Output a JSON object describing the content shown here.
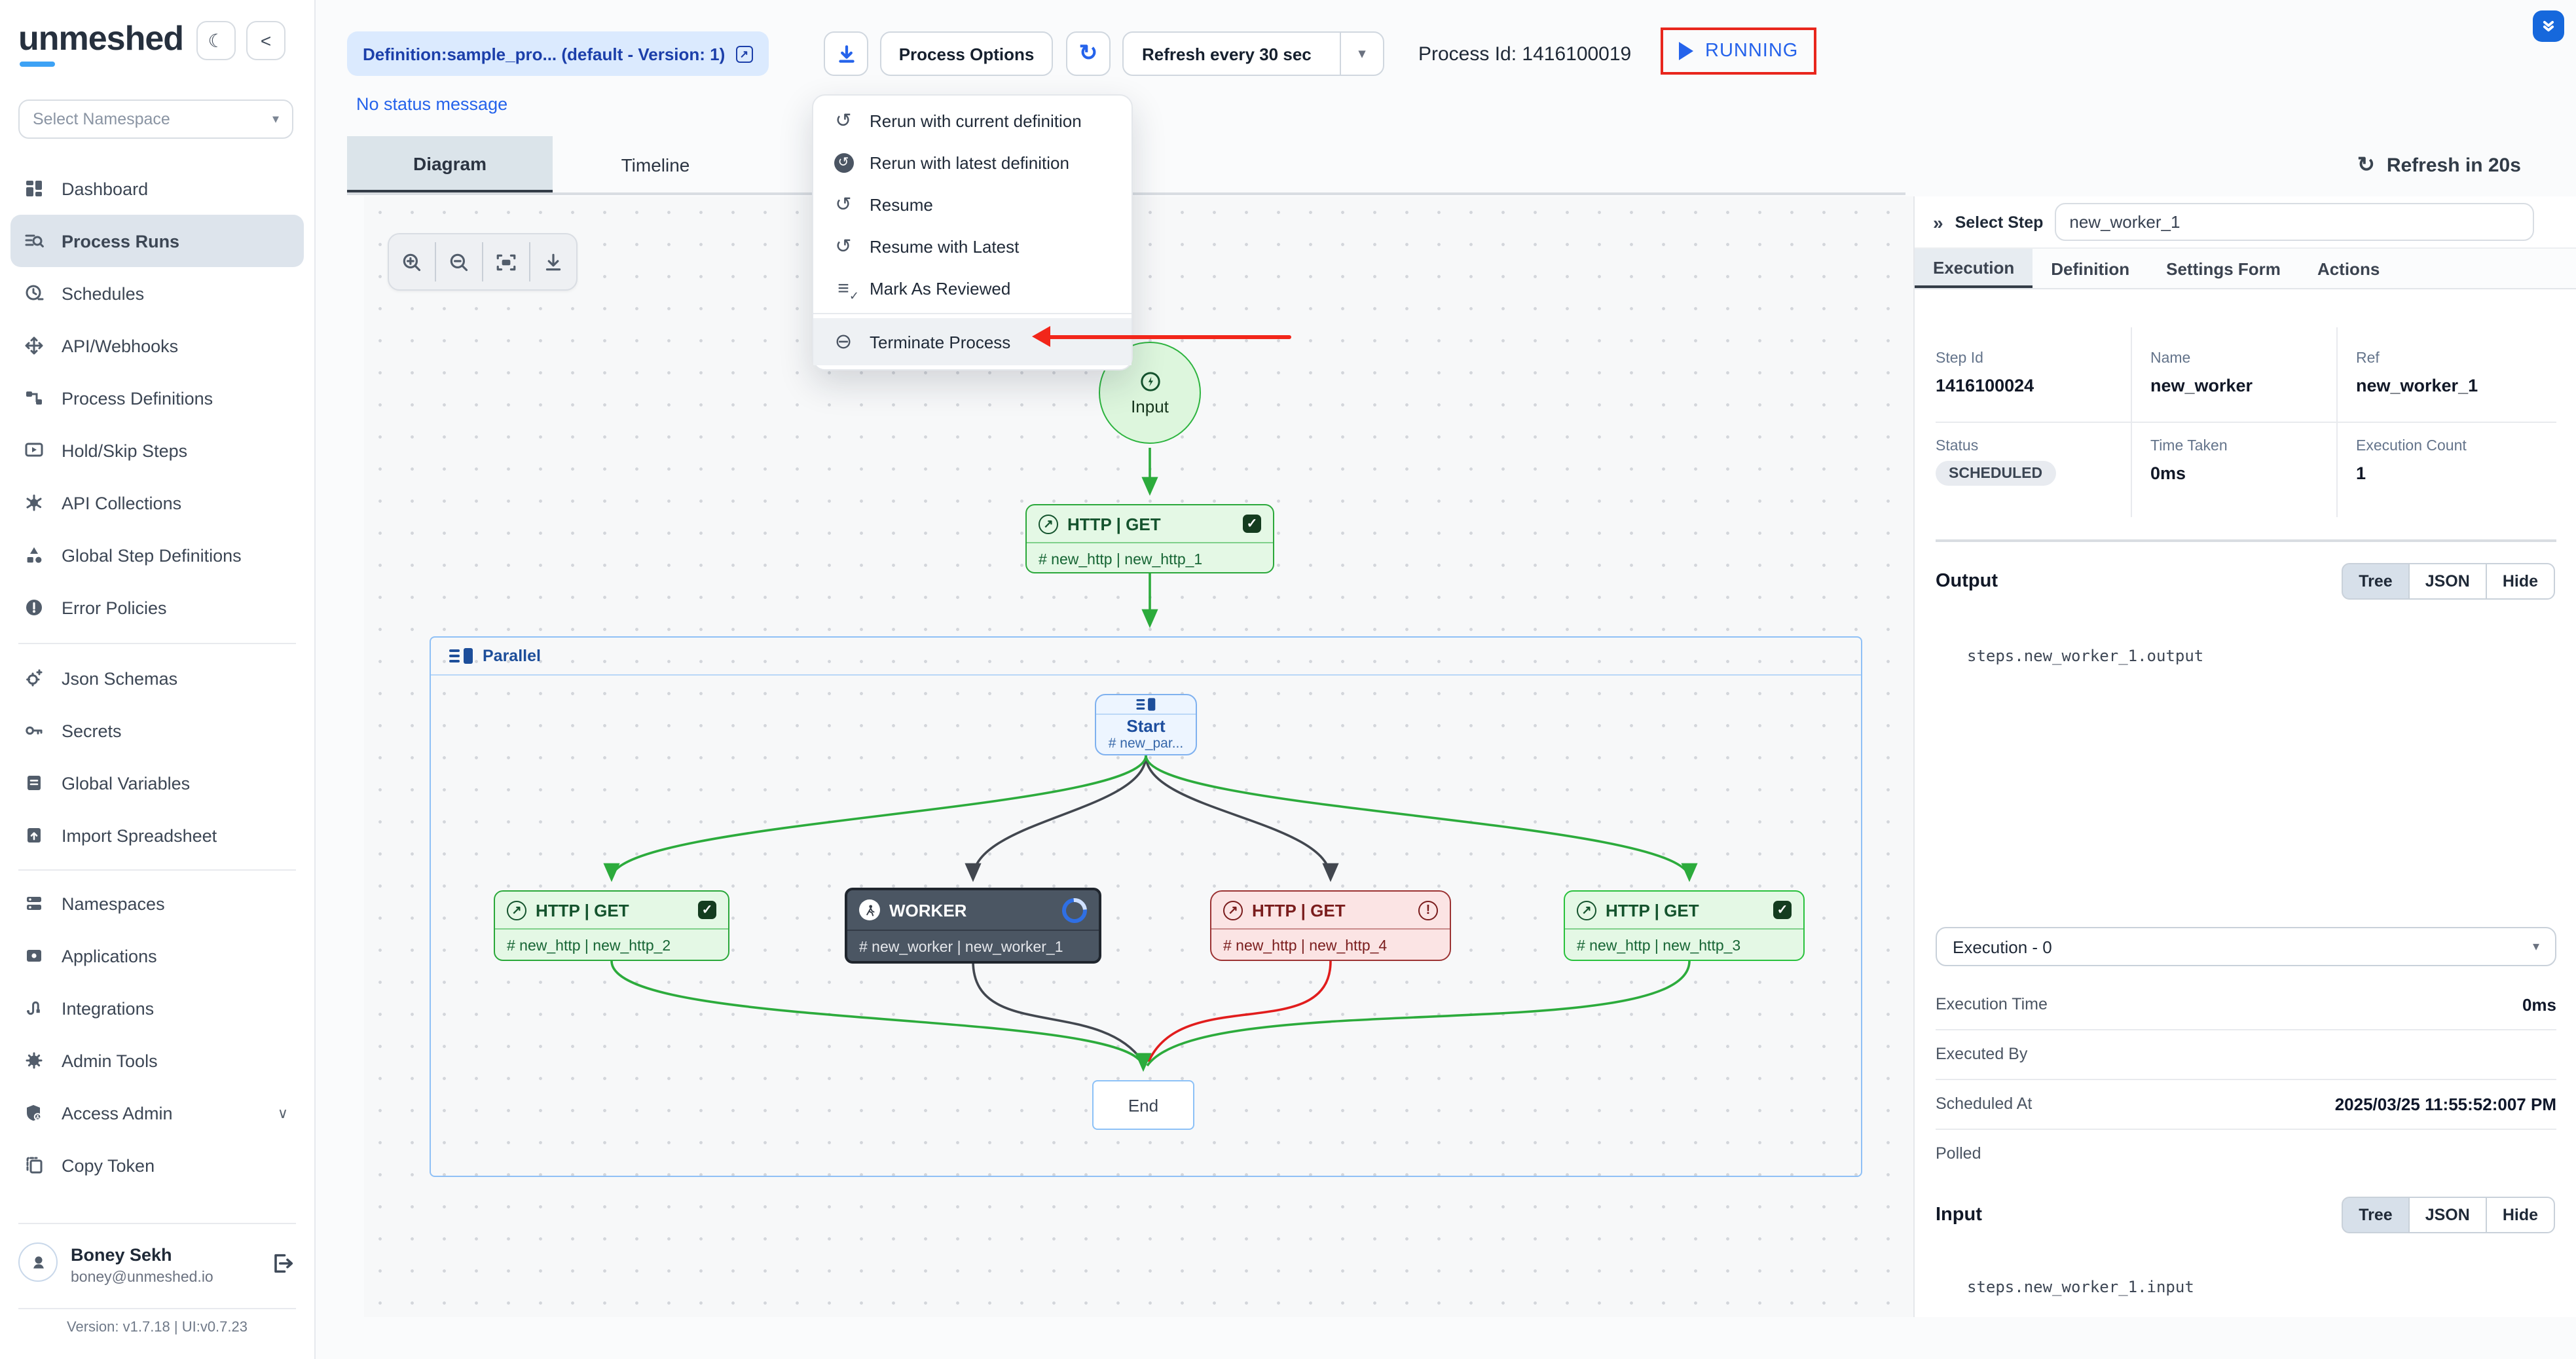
{
  "app": {
    "logo": "unmeshed",
    "version": "Version: v1.7.18 | UI:v0.7.23"
  },
  "icons": {
    "check": "✓",
    "arrow_ne": "↗",
    "caret_down": "▾",
    "chevron_down": "∨",
    "back": "<",
    "moon": "☾",
    "undo": "↺",
    "refresh": "↻",
    "minus_circle": "⊖",
    "alert": "!",
    "menu_list": "≡",
    "menu_check": "✓",
    "double_chevron_right": "»"
  },
  "colors": {
    "accent": "#2563eb",
    "running_blue": "#2563eb",
    "alert_red": "#e8261d",
    "node_green": "#2aa83a",
    "node_red": "#9c3333",
    "node_dark": "#4b5663",
    "parallel_blue": "#8fc0f6"
  },
  "sidebar": {
    "namespace_placeholder": "Select Namespace",
    "items": [
      "Dashboard",
      "Process Runs",
      "Schedules",
      "API/Webhooks",
      "Process Definitions",
      "Hold/Skip Steps",
      "API Collections",
      "Global Step Definitions",
      "Error Policies"
    ],
    "items2": [
      "Json Schemas",
      "Secrets",
      "Global Variables",
      "Import Spreadsheet"
    ],
    "items3": [
      "Namespaces",
      "Applications",
      "Integrations",
      "Admin Tools",
      "Access Admin",
      "Copy Token"
    ],
    "user": {
      "name": "Boney Sekh",
      "email": "boney@unmeshed.io"
    }
  },
  "topbar": {
    "definition": "Definition:sample_pro... (default - Version: 1)",
    "process_options": "Process Options",
    "refresh_every": "Refresh every 30 sec",
    "process_id": "Process Id: 1416100019",
    "status": "RUNNING",
    "status_message": "No status message"
  },
  "menu": {
    "items": [
      "Rerun with current definition",
      "Rerun with latest definition",
      "Resume",
      "Resume with Latest",
      "Mark As Reviewed"
    ],
    "terminate": "Terminate Process"
  },
  "view": {
    "tab_diagram": "Diagram",
    "tab_timeline": "Timeline",
    "refresh_in": "Refresh in 20s"
  },
  "diagram": {
    "input": "Input",
    "parallel": "Parallel",
    "start": {
      "title": "Start",
      "sub": "# new_par..."
    },
    "http1": {
      "title": "HTTP | GET",
      "sub": "# new_http | new_http_1"
    },
    "http2": {
      "title": "HTTP | GET",
      "sub": "# new_http | new_http_2"
    },
    "worker": {
      "title": "WORKER",
      "sub": "# new_worker | new_worker_1"
    },
    "http4": {
      "title": "HTTP | GET",
      "sub": "# new_http | new_http_4"
    },
    "http3": {
      "title": "HTTP | GET",
      "sub": "# new_http | new_http_3"
    },
    "end": "End"
  },
  "panel": {
    "select_step": "Select Step",
    "step_value": "new_worker_1",
    "tabs": [
      "Execution",
      "Definition",
      "Settings Form",
      "Actions"
    ],
    "fields": {
      "step_id_label": "Step Id",
      "step_id": "1416100024",
      "name_label": "Name",
      "name": "new_worker",
      "ref_label": "Ref",
      "ref": "new_worker_1",
      "status_label": "Status",
      "status": "SCHEDULED",
      "time_taken_label": "Time Taken",
      "time_taken": "0ms",
      "exec_count_label": "Execution Count",
      "exec_count": "1"
    },
    "output": {
      "label": "Output",
      "path": "steps.new_worker_1.output"
    },
    "input": {
      "label": "Input",
      "path": "steps.new_worker_1.input"
    },
    "toggle": {
      "tree": "Tree",
      "json": "JSON",
      "hide": "Hide"
    },
    "execution_select": "Execution - 0",
    "rows": [
      {
        "label": "Execution Time",
        "value": "0ms"
      },
      {
        "label": "Executed By",
        "value": ""
      },
      {
        "label": "Scheduled At",
        "value": "2025/03/25 11:55:52:007 PM"
      },
      {
        "label": "Polled",
        "value": ""
      }
    ]
  }
}
